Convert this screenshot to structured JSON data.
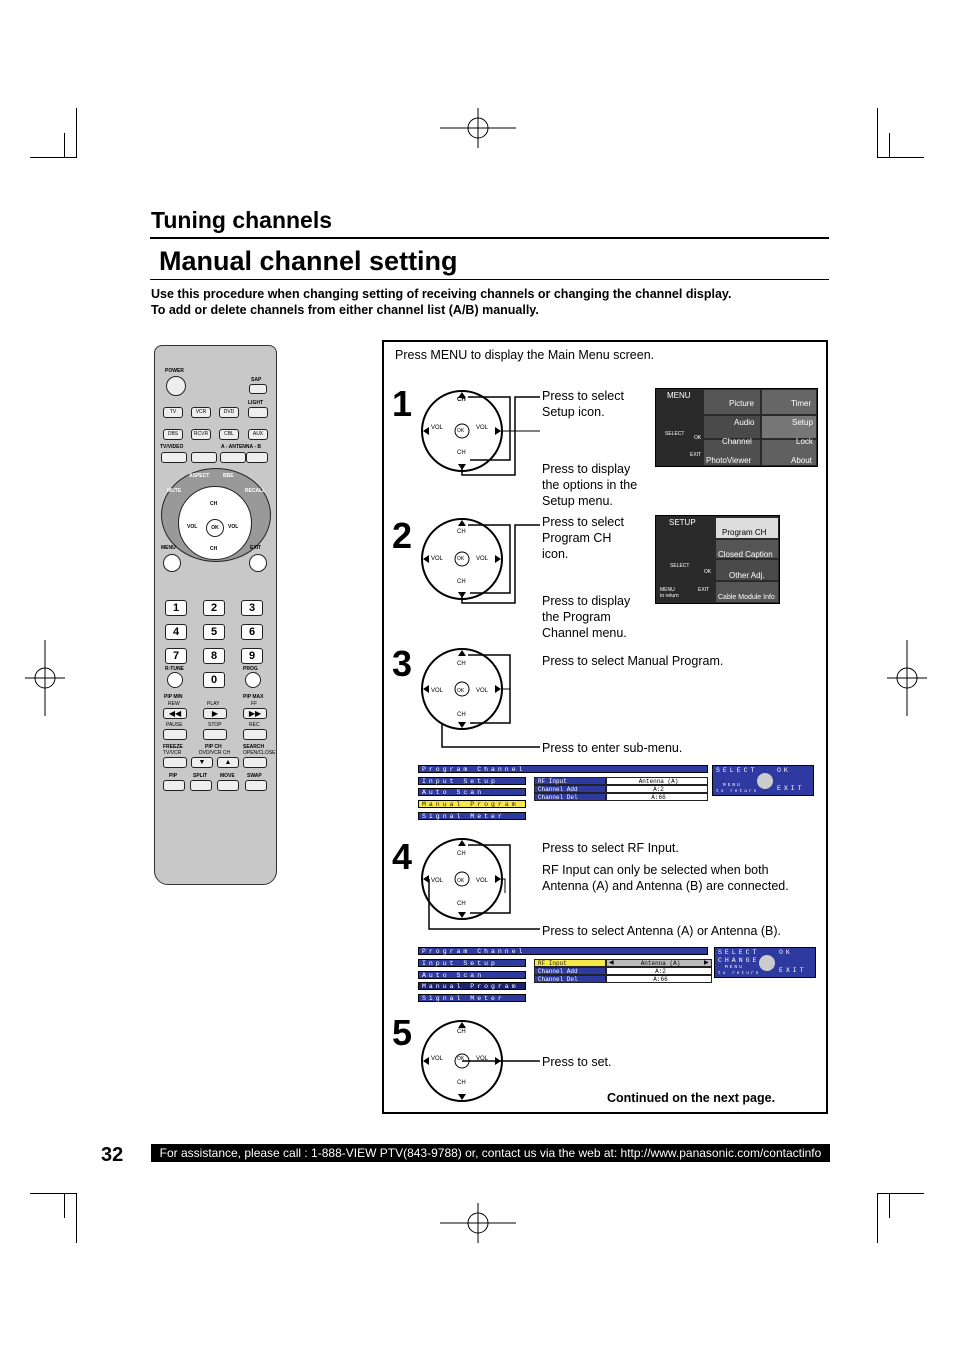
{
  "header": {
    "section_title": "Tuning channels",
    "page_title": "Manual channel setting",
    "intro_line1": "Use this procedure when changing setting of receiving channels or changing the channel display.",
    "intro_line2": "To add or delete channels from either channel list (A/B) manually."
  },
  "instructions": {
    "main_menu": "Press MENU to display the Main Menu screen.",
    "step1_number": "1",
    "step1_a": "Press to select Setup icon.",
    "step1_b": "Press to display the options in the Setup menu.",
    "step2_number": "2",
    "step2_a": "Press to select Program CH icon.",
    "step2_b": "Press to display the Program Channel menu.",
    "step3_number": "3",
    "step3_a": "Press to select Manual Program.",
    "step3_b": "Press to enter sub-menu.",
    "step4_number": "4",
    "step4_a": "Press to select RF Input.",
    "step4_b": "RF Input can only be selected when both Antenna (A) and Antenna (B) are connected.",
    "step4_c": "Press to select Antenna (A) or Antenna (B).",
    "step5_number": "5",
    "step5_a": "Press to set.",
    "continued": "Continued on the next page."
  },
  "dpad": {
    "ch": "CH",
    "vol": "VOL",
    "ok": "OK"
  },
  "main_menu_screen": {
    "menu": "MENU",
    "picture": "Picture",
    "timer": "Timer",
    "audio": "Audio",
    "setup": "Setup",
    "channel": "Channel",
    "lock": "Lock",
    "photoviewer": "PhotoViewer",
    "about": "About",
    "select": "SELECT",
    "ok": "OK",
    "exit": "EXIT"
  },
  "setup_screen": {
    "setup": "SETUP",
    "program_ch": "Program CH",
    "closed_caption": "Closed Caption",
    "other_adj": "Other Adj.",
    "cable_module": "Cable Module Info",
    "select": "SELECT",
    "ok": "OK",
    "menu": "MENU",
    "to_return": "to return",
    "exit": "EXIT"
  },
  "program_menu": {
    "title": "Program Channel",
    "items": [
      "Input Setup",
      "Auto Scan",
      "Manual Program",
      "Signal Meter"
    ],
    "sub_labels": [
      "RF Input",
      "Channel Add",
      "Channel Del"
    ],
    "sub_values": [
      "Antenna (A)",
      "A:2",
      "A:66"
    ],
    "nav_select": "SELECT",
    "nav_ok": "OK",
    "nav_change": "CHANGE",
    "nav_menu": "MENU",
    "nav_return": "to return",
    "nav_exit": "EXIT"
  },
  "remote": {
    "power": "POWER",
    "sap": "SAP",
    "light": "LIGHT",
    "row1": [
      "TV",
      "VCR",
      "DVD"
    ],
    "row2": [
      "DBS",
      "RCVR",
      "CBL",
      "AUX"
    ],
    "tvvideo": "TV/VIDEO",
    "antenna": "A - ANTENNA - B",
    "mute": "MUTE",
    "aspect": "ASPECT",
    "bbe": "BBE",
    "recall": "RECALL",
    "menu": "MENU",
    "exit": "EXIT",
    "numbers": [
      "1",
      "2",
      "3",
      "4",
      "5",
      "6",
      "7",
      "8",
      "9",
      "0"
    ],
    "rtune": "R-TUNE",
    "prog": "PROG",
    "pipmin": "PIP MIN",
    "pipmax": "PIP MAX",
    "rew": "REW",
    "play": "PLAY",
    "ff": "FF",
    "pause": "PAUSE",
    "stop": "STOP",
    "rec": "REC",
    "freeze": "FREEZE",
    "tvvcr": "TV/VCR",
    "pipch": "PIP CH",
    "dvdvcrch": "DVD/VCR CH",
    "search": "SEARCH",
    "openclose": "OPEN/CLOSE",
    "pip": "PIP",
    "split": "SPLIT",
    "move": "MOVE",
    "swap": "SWAP"
  },
  "footer": {
    "page_number": "32",
    "assistance": "For assistance, please call : 1-888-VIEW PTV(843-9788) or, contact us via the web at: http://www.panasonic.com/contactinfo"
  }
}
